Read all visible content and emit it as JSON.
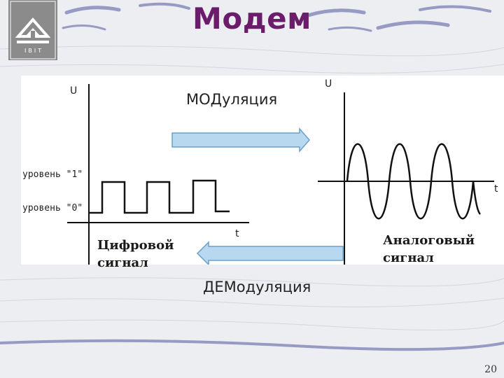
{
  "slide": {
    "title": "Модем",
    "page_number": "20"
  },
  "logo": {
    "text": "IBIT",
    "icon": "house-logo-icon"
  },
  "diagram": {
    "modulation_label": "МОДуляция",
    "demodulation_label": "ДЕМодуляция",
    "digital": {
      "y_axis_label": "U",
      "x_axis_label": "t",
      "level_1_label": "уровень \"1\"",
      "level_0_label": "уровень \"0\"",
      "caption_line1": "Цифровой",
      "caption_line2": "сигнал"
    },
    "analog": {
      "y_axis_label": "U",
      "x_axis_label": "t",
      "caption_line1": "Аналоговый",
      "caption_line2": "сигнал"
    },
    "colors": {
      "title": "#6b1d6b",
      "arrow_fill": "#b8d8ef",
      "arrow_stroke": "#6aa0c8",
      "signal": "#111111"
    }
  }
}
